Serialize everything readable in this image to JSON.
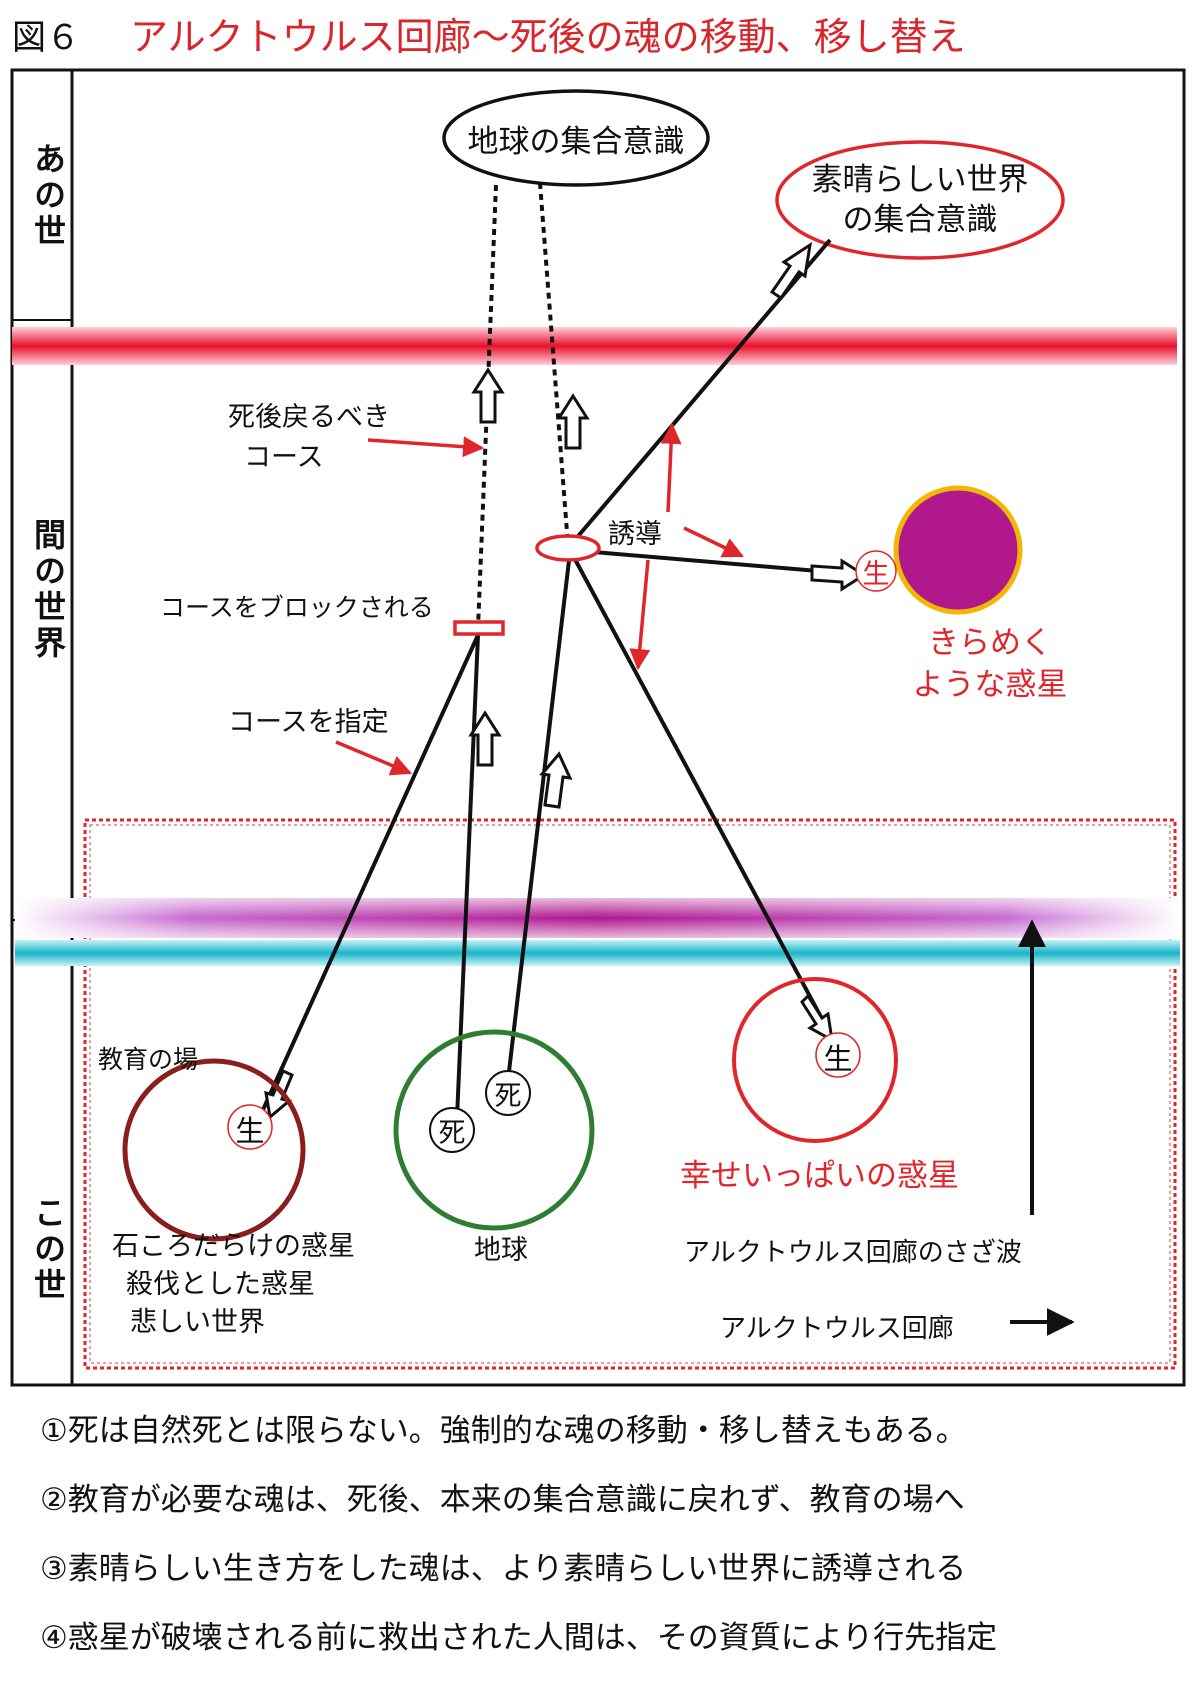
{
  "figure_label": "図６",
  "title": "アルクトウルス回廊～死後の魂の移動、移し替え",
  "realms": {
    "ano_yo": "あの世",
    "aida_no_sekai": "間の世界",
    "kono_yo": "この世"
  },
  "nodes": {
    "earth_collective": "地球の集合意識",
    "wonderful_collective": [
      "素晴らしい世界",
      "の集合意識"
    ],
    "sparkling_planet": [
      "きらめく",
      "ような惑星"
    ],
    "happy_planet": "幸せいっぱいの惑星",
    "earth": "地球",
    "stony_planet": [
      "石ころだらけの惑星",
      "殺伐とした惑星",
      "悲しい世界"
    ],
    "education_place": "教育の場"
  },
  "markers": {
    "life": "生",
    "death": "死"
  },
  "labels": {
    "return_course": [
      "死後戻るべき",
      "コース"
    ],
    "course_blocked": "コースをブロックされる",
    "course_designated": "コースを指定",
    "guidance": "誘導",
    "ripple": "アルクトウルス回廊のさざ波",
    "corridor": "アルクトウルス回廊"
  },
  "notes": [
    "①死は自然死とは限らない。強制的な魂の移動・移し替えもある。",
    "②教育が必要な魂は、死後、本来の集合意識に戻れず、教育の場へ",
    "③素晴らしい生き方をした魂は、より素晴らしい世界に誘導される",
    "④惑星が破壊される前に救出された人間は、その資質により行先指定"
  ],
  "colors": {
    "accent_red": "#e0262a",
    "dark_red": "#8b1d1d",
    "green": "#2e7d32",
    "magenta": "#b0188c",
    "gold": "#f2b705",
    "cyan": "#19b5c9",
    "purple": "#b535c0"
  }
}
